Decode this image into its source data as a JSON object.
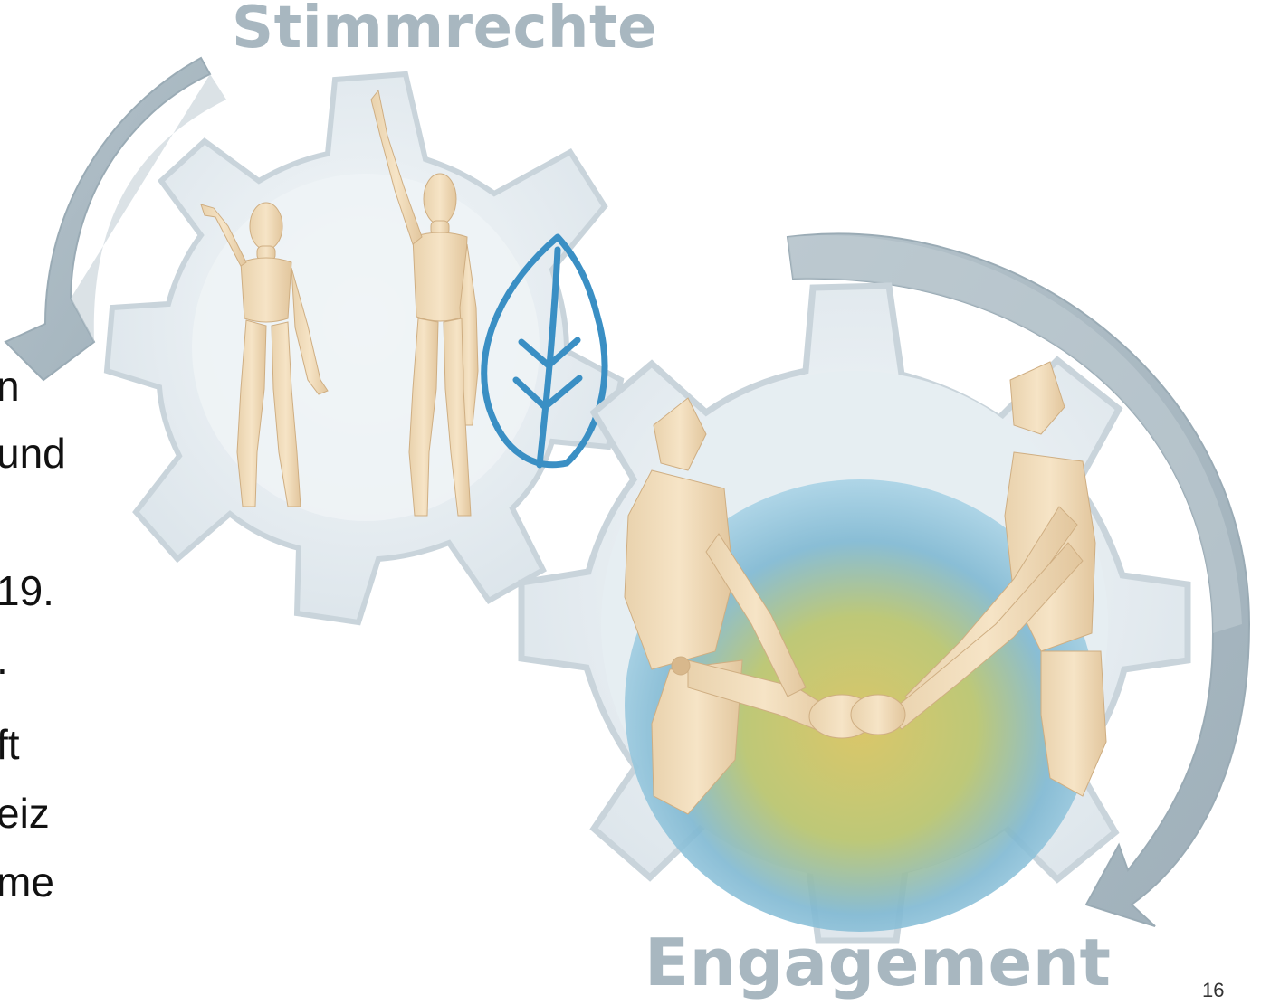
{
  "slide": {
    "title_top": "Stimmrechte",
    "title_bottom": "Engagement",
    "page_number": "16",
    "left_text_fragments": [
      "n",
      "und",
      "19.",
      ".",
      "ft",
      "eiz",
      "me"
    ]
  },
  "colors": {
    "title": "#a8b7c0",
    "arrow": "#a9b8c1",
    "leaf": "#3a8fc4",
    "gear_frame": "#e9eef2",
    "text": "#111111"
  },
  "icons": {
    "left_gear": "gear-with-wooden-mannequins-raising-hands",
    "right_gear": "gear-with-mannequins-shaking-hands-over-globe",
    "leaf": "leaf-icon",
    "arrows": "curved-arrow"
  }
}
